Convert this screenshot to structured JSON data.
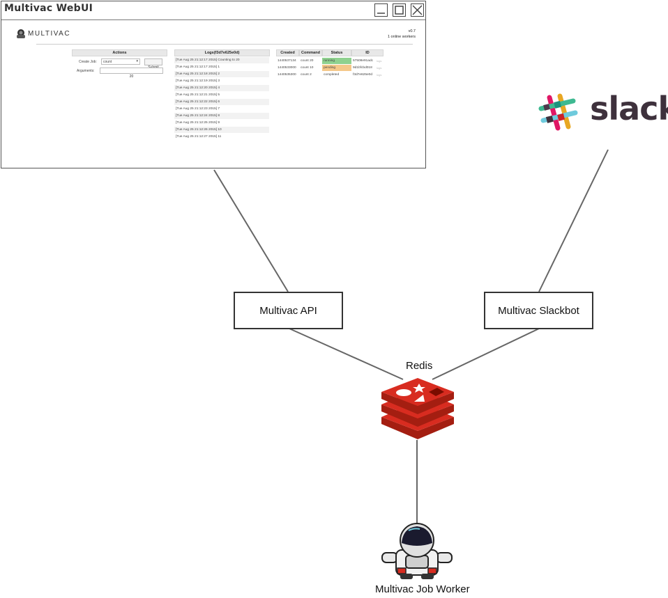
{
  "window": {
    "title": "Multivac WebUI",
    "app": {
      "logo_text": "MULTIVAC",
      "version": "v0.7",
      "workers": "1 online workers",
      "actions": {
        "header": "Actions",
        "create_job_label": "Create Job:",
        "create_job_value": "count",
        "submit_label": "Submit",
        "arguments_label": "Arguments:",
        "arguments_value": "20"
      },
      "logs": {
        "header": "Logs(f3d7e625e0d)",
        "lines": [
          "[Tue Aug 25 21:12:17 2015] Counting to 20",
          "[Tue Aug 25 21:12:17 2015] 1",
          "[Tue Aug 25 21:12:18 2015] 2",
          "[Tue Aug 25 21:12:19 2015] 3",
          "[Tue Aug 25 21:12:20 2015] 4",
          "[Tue Aug 25 21:12:21 2015] 5",
          "[Tue Aug 25 21:12:22 2015] 6",
          "[Tue Aug 25 21:12:23 2015] 7",
          "[Tue Aug 25 21:12:24 2015] 8",
          "[Tue Aug 25 21:12:25 2015] 9",
          "[Tue Aug 25 21:12:26 2015] 10",
          "[Tue Aug 25 21:12:27 2015] 11"
        ]
      },
      "jobs": {
        "headers": [
          "Created",
          "Command",
          "Status",
          "ID"
        ],
        "rows": [
          {
            "created": "1440537134",
            "command": "count 20",
            "status": "running",
            "id": "57508e91adc",
            "status_color": "#8fd18f"
          },
          {
            "created": "1440533000",
            "command": "count 10",
            "status": "pending",
            "id": "9d1bfcbd018",
            "status_color": "#f5c88a"
          },
          {
            "created": "1440535300",
            "command": "count 2",
            "status": "completed",
            "id": "f3d7e625e0d",
            "status_color": "#ffffff"
          }
        ],
        "row_tag": "logs"
      }
    }
  },
  "nodes": {
    "api": "Multivac API",
    "slackbot": "Multivac Slackbot",
    "redis": "Redis",
    "worker": "Multivac Job Worker",
    "slack": "slack"
  },
  "colors": {
    "redis_red": "#d82c20",
    "redis_dark": "#a41e11",
    "slack_text": "#3e313c",
    "line": "#666666"
  }
}
